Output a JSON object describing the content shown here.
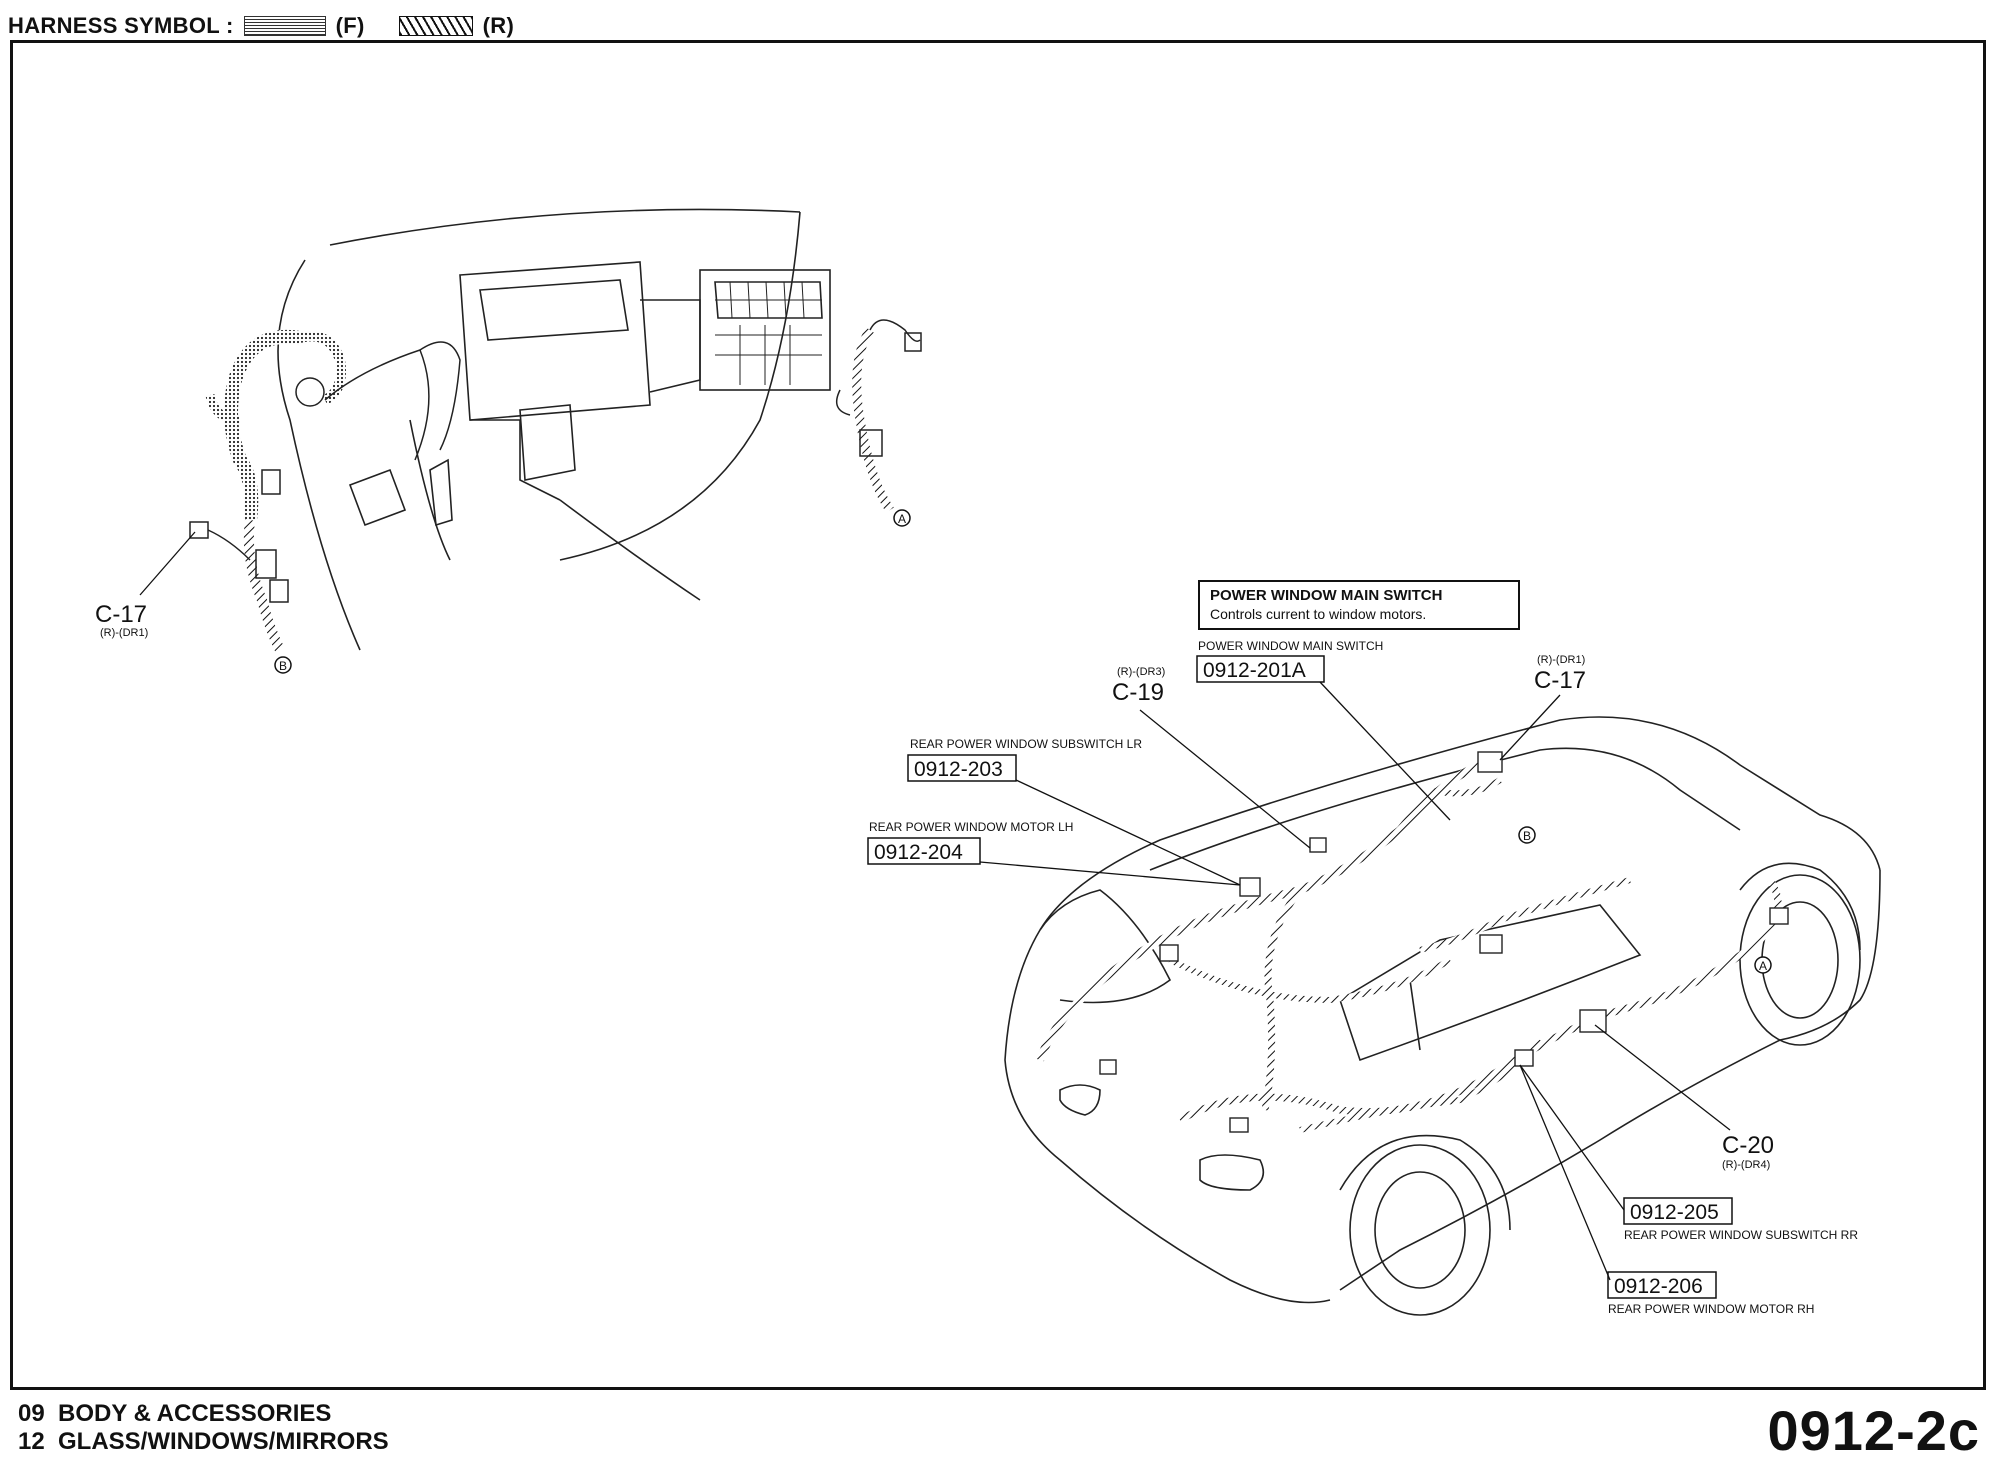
{
  "header": {
    "prefix": "HARNESS SYMBOL :",
    "front_label": "(F)",
    "rear_label": "(R)"
  },
  "info_box": {
    "title": "POWER WINDOW MAIN SWITCH",
    "subtitle": "Controls current to window motors."
  },
  "labels": {
    "c17_top": {
      "code": "C-17",
      "sub": "(R)-(DR1)"
    },
    "c17_car": {
      "code": "C-17",
      "sub": "(R)-(DR1)"
    },
    "c19": {
      "code": "C-19",
      "sub": "(R)-(DR3)"
    },
    "c20": {
      "code": "C-20",
      "sub": "(R)-(DR4)"
    },
    "main_switch": {
      "name": "POWER WINDOW MAIN SWITCH",
      "ref": "0912-201A"
    },
    "subswitch_lr": {
      "name": "REAR POWER WINDOW SUBSWITCH LR",
      "ref": "0912-203"
    },
    "motor_lh": {
      "name": "REAR POWER WINDOW MOTOR LH",
      "ref": "0912-204"
    },
    "subswitch_rr": {
      "name": "REAR POWER WINDOW SUBSWITCH RR",
      "ref": "0912-205"
    },
    "motor_rh": {
      "name": "REAR POWER WINDOW MOTOR RH",
      "ref": "0912-206"
    },
    "marker_a": "A",
    "marker_b": "B"
  },
  "footer": {
    "line1_num": "09",
    "line1_text": "BODY & ACCESSORIES",
    "line2_num": "12",
    "line2_text": "GLASS/WINDOWS/MIRRORS",
    "page_code": "0912-2c"
  }
}
